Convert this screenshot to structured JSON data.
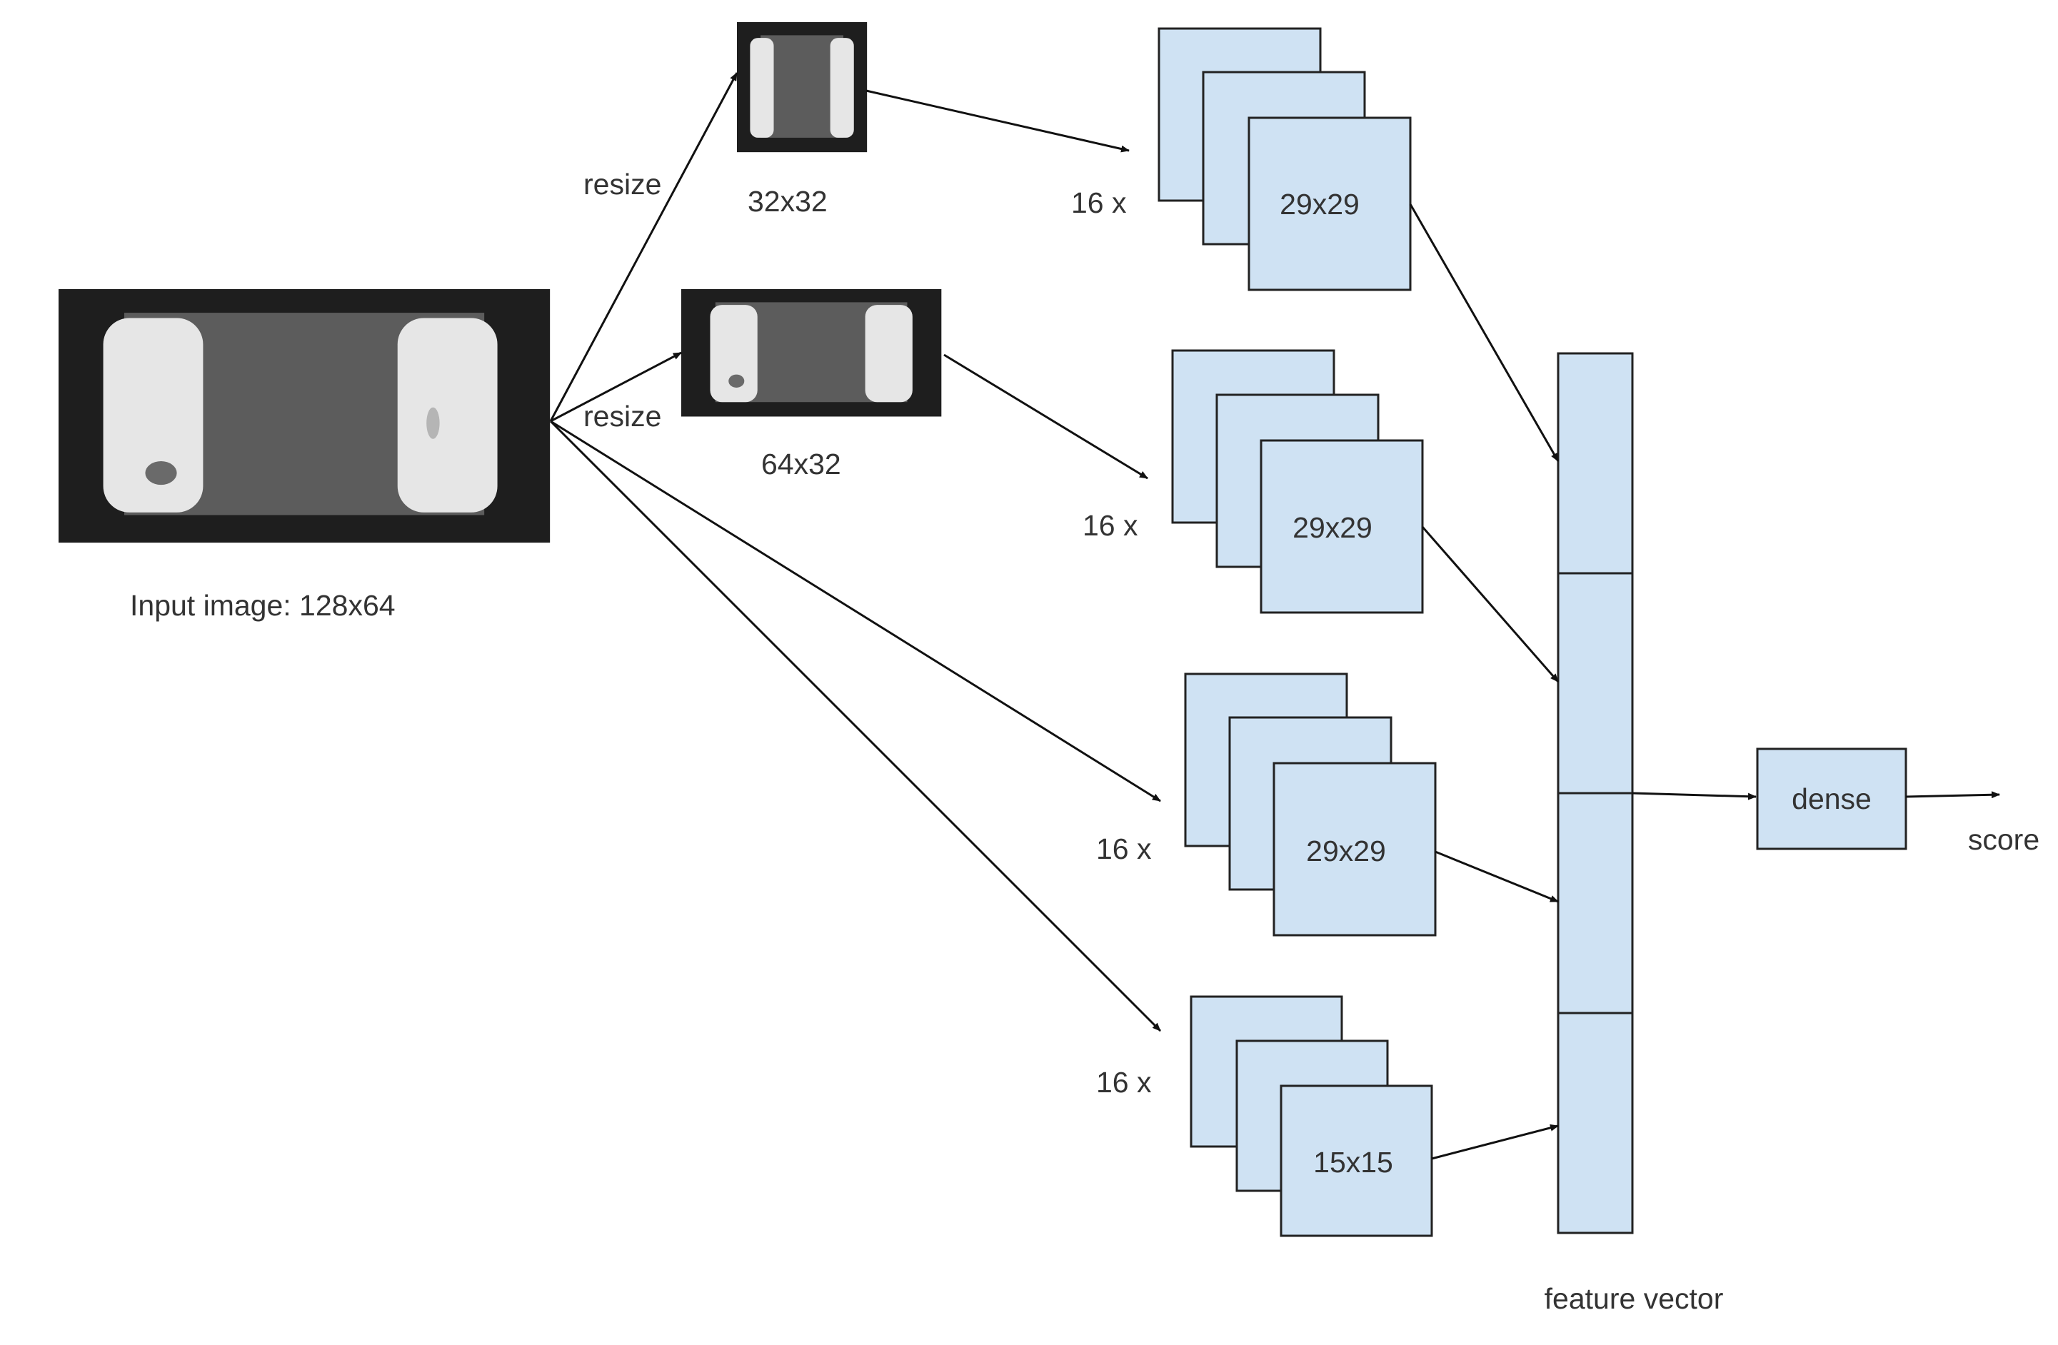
{
  "colors": {
    "box_fill": "#cfe2f3",
    "box_stroke": "#222222",
    "arrow": "#111111",
    "text": "#333333",
    "chip_background": "#1e1e1e",
    "chip_body": "#5c5c5c",
    "chip_terminal": "#e6e6e6"
  },
  "input_image": {
    "label": "Input image: 128x64"
  },
  "resize_edges": [
    {
      "label": "resize"
    },
    {
      "label": "resize"
    }
  ],
  "resized_images": [
    {
      "label": "32x32"
    },
    {
      "label": "64x32"
    }
  ],
  "feature_stacks": [
    {
      "count_label": "16 x",
      "size_label": "29x29"
    },
    {
      "count_label": "16 x",
      "size_label": "29x29"
    },
    {
      "count_label": "16 x",
      "size_label": "29x29"
    },
    {
      "count_label": "16 x",
      "size_label": "15x15"
    }
  ],
  "feature_vector": {
    "label": "feature vector",
    "segments": 4
  },
  "dense": {
    "label": "dense"
  },
  "output": {
    "label": "score"
  }
}
